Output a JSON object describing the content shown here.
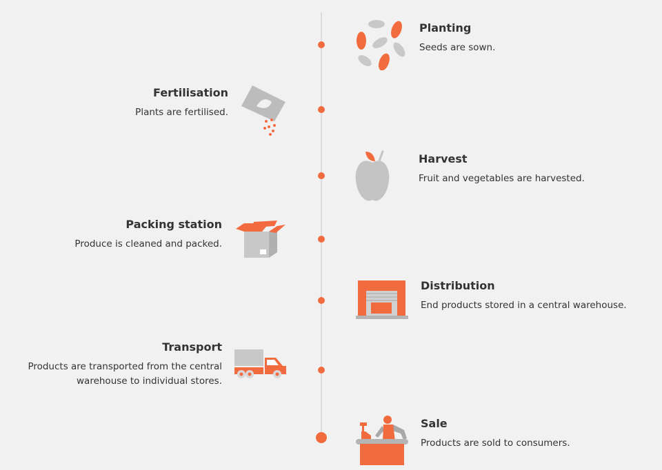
{
  "colors": {
    "accent": "#f26b3f",
    "gray": "#c8c8c8",
    "background": "#f1f1f1"
  },
  "steps": [
    {
      "title": "Planting",
      "description": "Seeds are sown.",
      "icon": "seeds-icon"
    },
    {
      "title": "Fertilisation",
      "description": "Plants are fertilised.",
      "icon": "fertiliser-bag-icon"
    },
    {
      "title": "Harvest",
      "description": "Fruit and vegetables are harvested.",
      "icon": "apple-icon"
    },
    {
      "title": "Packing station",
      "description": "Produce is cleaned and packed.",
      "icon": "box-icon"
    },
    {
      "title": "Distribution",
      "description": "End products stored in a central warehouse.",
      "icon": "warehouse-icon"
    },
    {
      "title": "Transport",
      "description": "Products are transported from the central warehouse to individual stores.",
      "icon": "truck-icon"
    },
    {
      "title": "Sale",
      "description": "Products are sold to consumers.",
      "icon": "cashier-icon"
    }
  ]
}
